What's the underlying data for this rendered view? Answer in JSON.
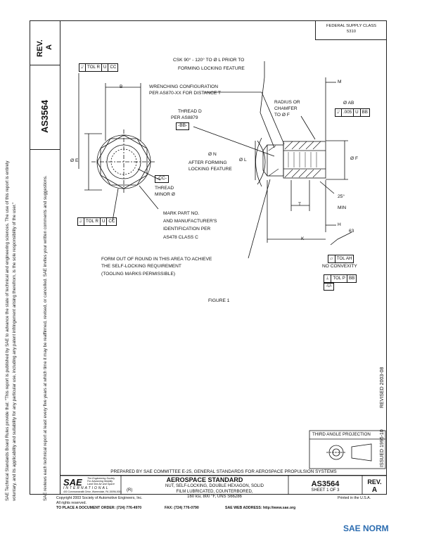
{
  "header": {
    "federal_supply_class_line1": "FEDERAL SUPPLY CLASS",
    "federal_supply_class_line2": "5310"
  },
  "side": {
    "rev_label": "REV.",
    "rev_value": "A",
    "doc_number": "AS3564",
    "revised_date": "REVISED 2003-08",
    "issued_date": "ISSUED 1995-10",
    "note_line1": "SAE Technical Standards Board Rules provide that: \"This report is published by SAE to advance the state of technical and engineering sciences. The use of this report is entirely",
    "note_line2": "voluntary, and its applicability and suitability for any particular use, including any patent infringement arising therefrom, is the sole responsibility of the user.\"",
    "note_line3": "SAE reviews each technical report at least every five years at which time it may be reaffirmed, revised, or cancelled. SAE invites your written comments and suggestions."
  },
  "drawing": {
    "csk_note_1": "CSK 90° - 120° TO Ø L PRIOR TO",
    "csk_note_2": "FORMING LOCKING FEATURE",
    "wrench_note_1": "WRENCHING CONFIGURATION",
    "wrench_note_2": "PER AS870-XX FOR DISTANCE T",
    "thread_note_1": "THREAD D",
    "thread_note_2": "PER AS8879",
    "thread_datum": "-BB-",
    "radius_note_1": "RADIUS OR",
    "radius_note_2": "CHAMFER",
    "radius_note_3": "TO Ø F",
    "dim_b": "B",
    "dim_m": "M",
    "dim_e": "Ø E",
    "dim_n_1": "Ø N",
    "dim_n_2": "AFTER FORMING",
    "dim_n_3": "LOCKING FEATURE",
    "dim_l": "Ø L",
    "dim_f": "Ø F",
    "dim_ab": "Ø AB",
    "dim_t": "T",
    "dim_h": "H",
    "dim_k": "K",
    "angle_1": "25°",
    "angle_2": "MIN",
    "surface_finish": "63",
    "datum_cc": "-CC-",
    "thread_minor_1": "THREAD",
    "thread_minor_2": "MINOR Ø",
    "mark_note_1": "MARK PART NO.",
    "mark_note_2": "AND MANUFACTURER'S",
    "mark_note_3": "IDENTIFICATION PER",
    "mark_note_4": "AS478 CLASS C",
    "form_note_1": "FORM OUT OF ROUND IN THIS AREA TO ACHIEVE",
    "form_note_2": "THE SELF-LOCKING REQUIREMENT",
    "form_note_3": "(TOOLING MARKS PERMISSIBLE)",
    "no_convexity": "NO CONVEXITY",
    "figure_label": "FIGURE 1",
    "fcf_top": [
      "TOL R",
      "U",
      "CC"
    ],
    "fcf_mid": [
      "TOL R",
      "U",
      "CC"
    ],
    "fcf_ab": [
      ".005",
      "U",
      "BB"
    ],
    "fcf_ah": [
      "TOL AH"
    ],
    "fcf_p": [
      "TOL P",
      "BB"
    ],
    "datum_u": "-U-",
    "third_angle": "THIRD ANGLE PROJECTION"
  },
  "titleblock": {
    "prepared_by": "PREPARED BY SAE COMMITTEE E-25, GENERAL STANDARDS FOR AEROSPACE PROPULSION SYSTEMS",
    "standard_type": "AEROSPACE STANDARD",
    "r_mark": "(R)",
    "title_1": "NUT, SELF-LOCKING, DOUBLE HEXAGON, SOLID",
    "title_2": "FILM LUBRICATED, COUNTERBORED,",
    "title_3": "160 ksi, 800 °F, UNS S66286",
    "doc_number": "AS3564",
    "sheet": "SHEET 1 OF 3",
    "rev_label": "REV.",
    "rev_value": "A",
    "sae_logo": "SAE",
    "sae_tag_1": "The Engineering Society",
    "sae_tag_2": "For Advancing Mobility",
    "sae_tag_3": "Land Sea Air and Space",
    "sae_intl": "INTERNATIONAL",
    "sae_address": "400 Commonwealth Drive, Warrendale, PA 15096-0001"
  },
  "footer": {
    "copyright": "Copyright 2003 Society of Automotive Engineers, Inc.",
    "rights": "All rights reserved.",
    "order": "TO PLACE A DOCUMENT ORDER: (724) 776-4970",
    "fax": "FAX: (724) 776-0790",
    "web": "SAE WEB ADDRESS: http://www.sae.org",
    "printed": "Printed in the U.S.A."
  },
  "watermark": "SAE NORM"
}
